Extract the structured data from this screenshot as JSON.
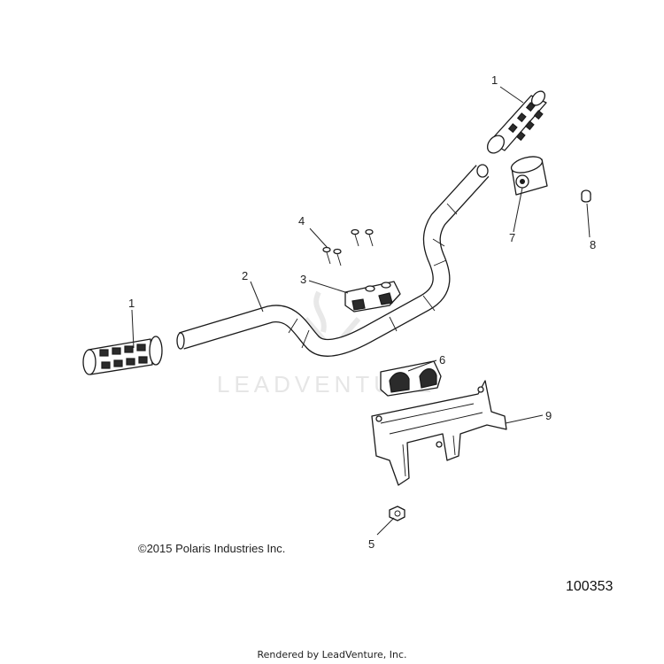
{
  "watermark": "LEADVENTURE",
  "copyright": "©2015 Polaris Industries Inc.",
  "drawing_number": "100353",
  "footer": "Rendered by LeadVenture, Inc.",
  "callouts": {
    "grip_right": "1",
    "grip_left": "1",
    "handlebar": "2",
    "upper_clamp": "3",
    "bolts": "4",
    "nut": "5",
    "lower_clamp": "6",
    "throttle_housing": "7",
    "plug": "8",
    "bracket": "9"
  }
}
